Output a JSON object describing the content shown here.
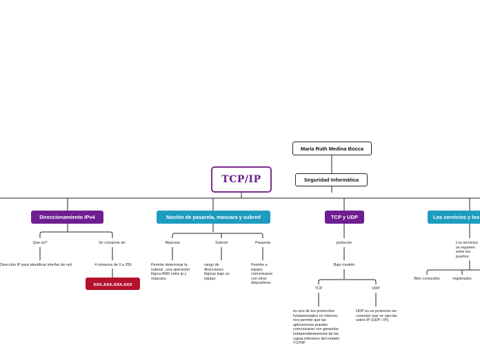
{
  "root": {
    "label": "TCP/IP"
  },
  "author": {
    "label": "María Ruth Medina Bocca"
  },
  "subject": {
    "label": "Seguridad Informática"
  },
  "branches": {
    "ipv4": {
      "label": "Direccionamiento IPv4",
      "que_es": "Que es?",
      "que_es_desc": "Dirección IP para identificar interfaz de red",
      "compone": "Se compone de:",
      "compone_desc": "4 números de  0 a 255",
      "format": "xxx.xxx.xxx.xxx"
    },
    "pasarela": {
      "label": "Noción de pasarela, mascara y subred",
      "mascara": "Mascara",
      "mascara_desc": "Permite determinar la subred , una operación lógica AND entre ip y máscara.",
      "subred": "Subred",
      "subred_desc": "rango de direcciones lógicas bajo un equipo",
      "pasarela": "Pasarela",
      "pasarela_desc": "Permite a equipo comunicarse con otros dispositivos"
    },
    "tcp_udp": {
      "label": "TCP y UDP",
      "protocolo": "protocolo",
      "bajo_modelo": "Bajo modelo",
      "tcp": "TCP",
      "tcp_desc": "es uno de los protocolos fundamentales en Internet, nos permite que las aplicaciones puedan comunicarse con garantías independientemente de las capas inferiores del modelo TCP/IP",
      "udp": "UDP",
      "udp_desc": "UDP es un protocolo sin conexión que se ejecuta sobre IP (UDP / IP),"
    },
    "servicios": {
      "label": "Los servicios y los",
      "reparten": "Los servicios se reparten entre los puertos:",
      "bien_conocidos": "Bien conocidos",
      "registrados": "registrados"
    }
  },
  "colors": {
    "purple": "#6f1e91",
    "teal": "#1d9cc0",
    "red": "#b5122e",
    "root_border": "#7b2a8e"
  }
}
